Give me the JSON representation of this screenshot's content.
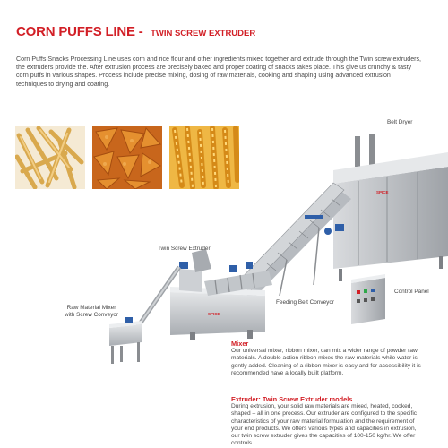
{
  "header": {
    "title_main": "CORN PUFFS LINE -",
    "title_sub": "TWIN SCREW EXTRUDER"
  },
  "intro": "Corn Puffs Snacks Processing Line uses corn and rice flour and other ingredients mixed together and extrude through the Twin screw extruders, the extruders provide the. After extrusion process are precisely baked and proper coating of snacks takes place. This give us crunchy & tasty corn puffs in various shapes. Process include precise mixing, dosing of raw materials, cooking and shaping using advanced extrusion techniques to drying and coating.",
  "labels": {
    "belt_dryer": "Belt Dryer",
    "twin_screw": "Twin Screw Extruder",
    "feeding_belt": "Feeding Belt Conveyor",
    "control_panel": "Control Panel",
    "raw_mixer_1": "Raw Material Mixer",
    "raw_mixer_2": "with Screw Conveyor"
  },
  "brand_mark": "SPICE",
  "sections": {
    "mixer_title": "Mixer",
    "mixer_body": "Our universal mixer, ribbon mixer, can mix a wider range of powder raw materials. A double action ribbon mixes the raw materials while water is gently added. Cleaning of a ribbon mixer is easy and for accessibility it is recommended have a locally built platform.",
    "extruder_title": "Extruder: Twin Screw Extruder models",
    "extruder_body": "During extrusion, your solid raw materials are mixed, heated, cooked, shaped – all in one process. Our extruder are configured to the specific characteristics of your raw material formulation and the requirement of your end products. We offers various types and capacities in extrusion, our twin screw extruder gives the capacities of 100-150 kg/hr. We offer controls"
  },
  "colors": {
    "accent": "#d21f26",
    "steel": "#c9ccd0",
    "blue_motor": "#2f5fa8"
  }
}
